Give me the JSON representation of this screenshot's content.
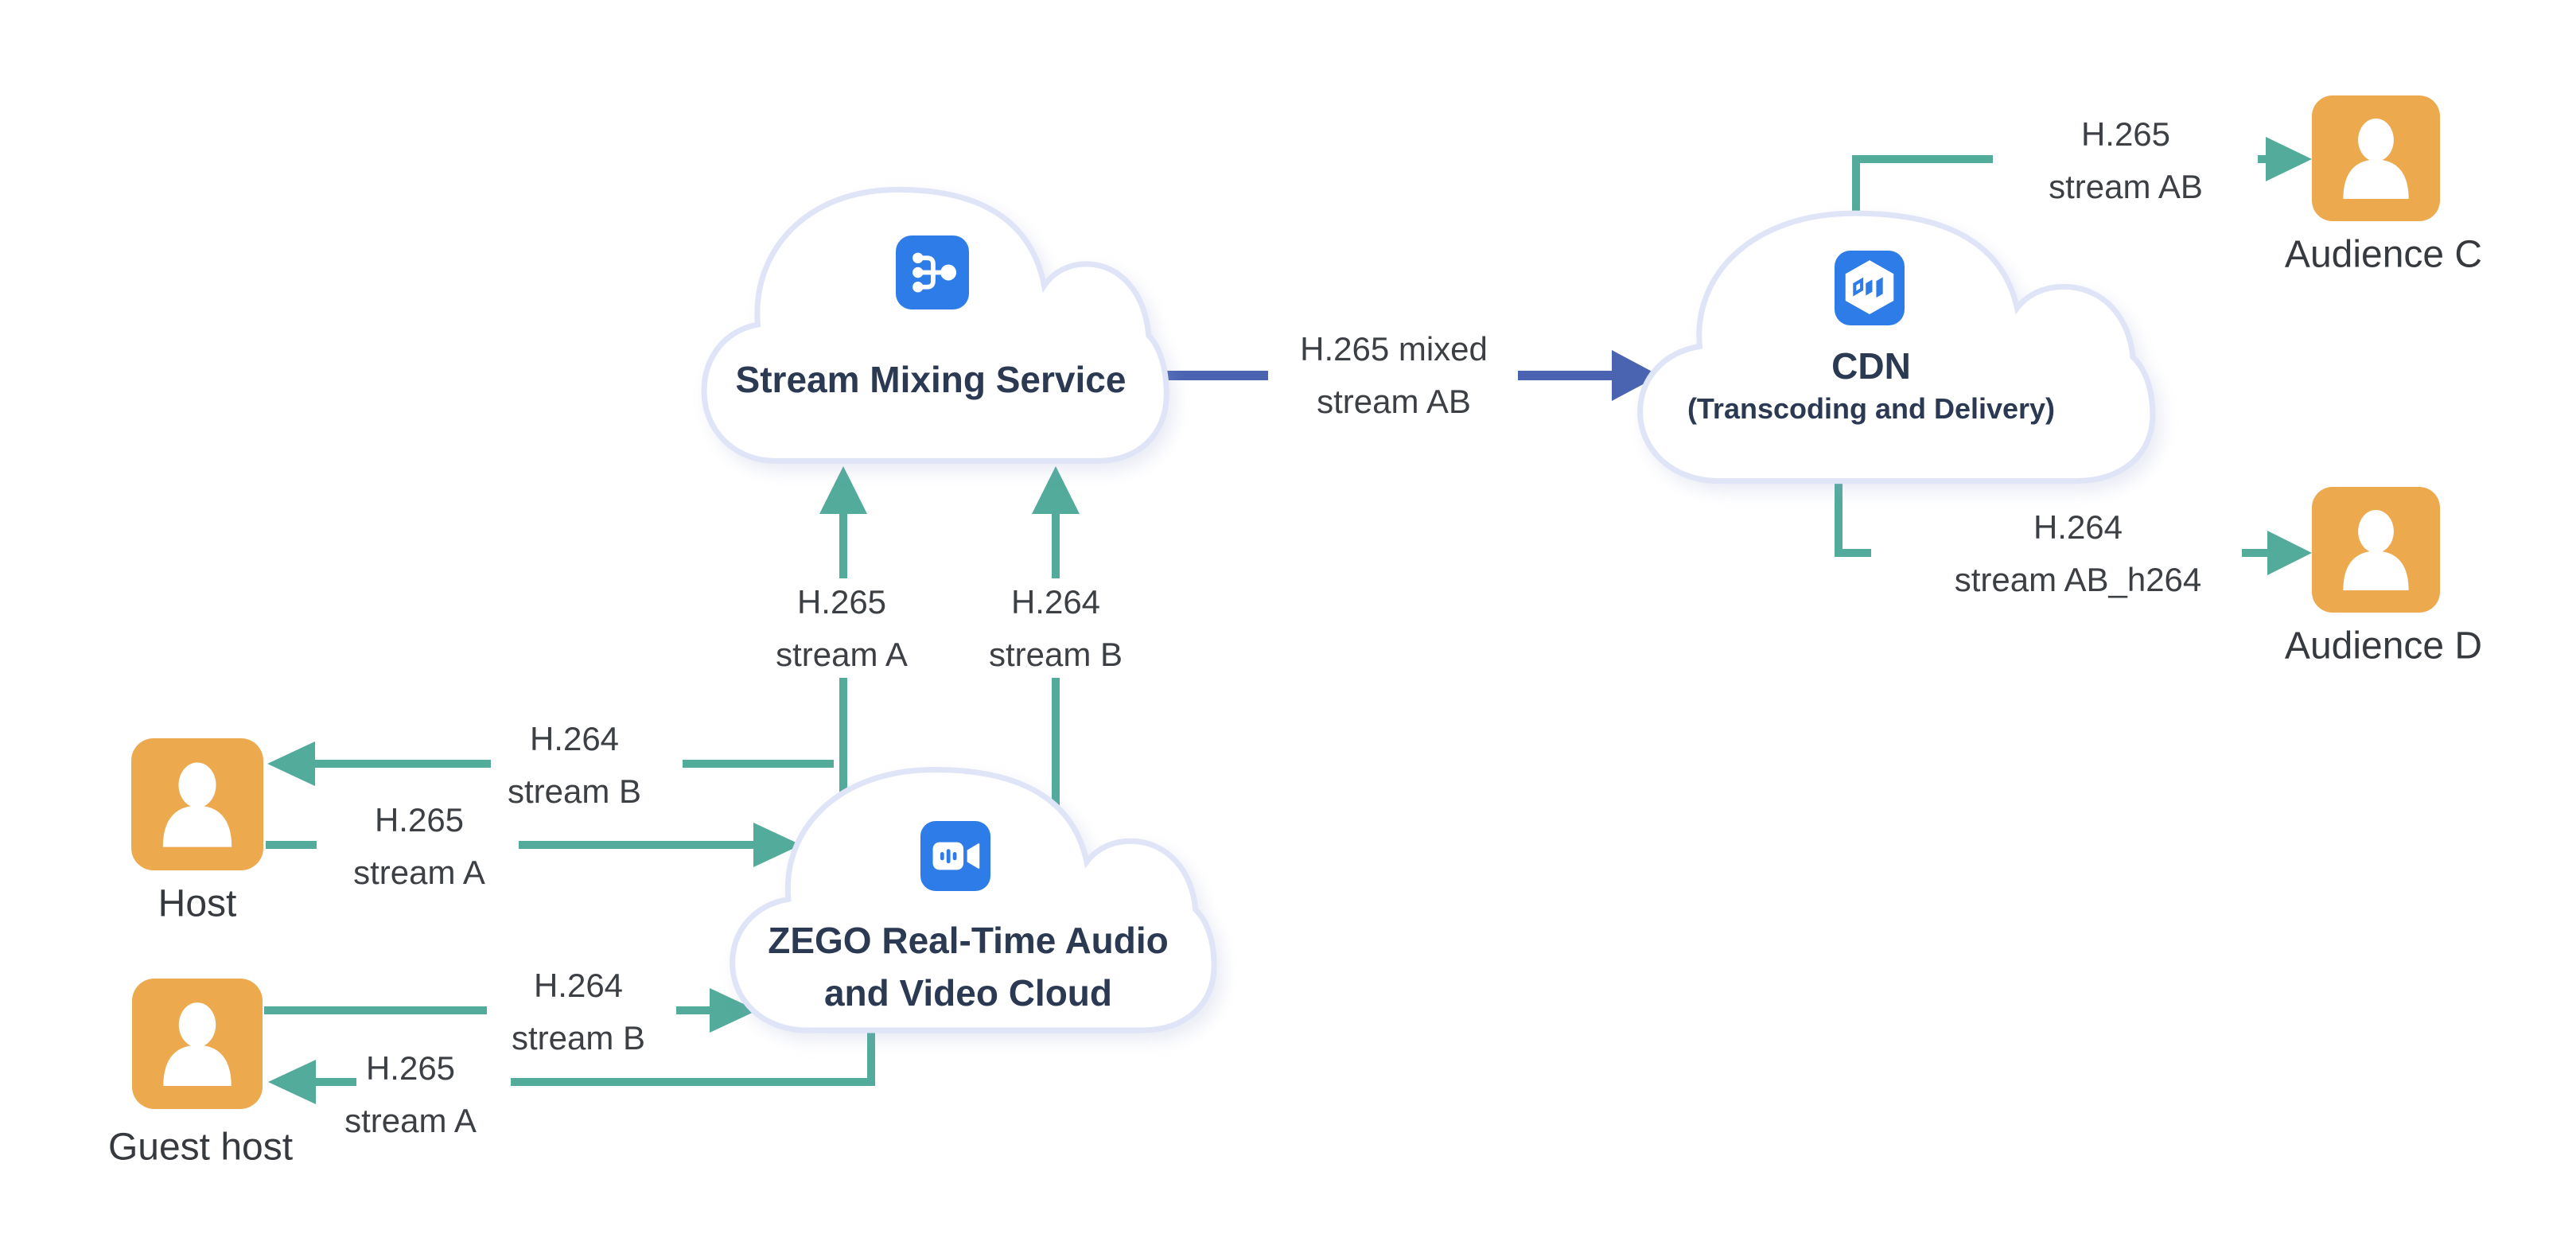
{
  "palette": {
    "teal_arrow": "#52AB9B",
    "blue_arrow": "#4A64B2",
    "service_icon_blue": "#2E7CE8",
    "person_orange": "#ECA94E",
    "cloud_border": "#DFE4F7",
    "cloud_fill": "#FFFFFF",
    "title_navy": "#2B3A52",
    "label_gray": "#3C4044",
    "background": "#FFFFFF"
  },
  "nodes": {
    "host": {
      "label": "Host",
      "icon": "person-icon"
    },
    "guest_host": {
      "label": "Guest host",
      "icon": "person-icon"
    },
    "audience_c": {
      "label": "Audience C",
      "icon": "person-icon"
    },
    "audience_d": {
      "label": "Audience D",
      "icon": "person-icon"
    },
    "stream_mixing": {
      "title": "Stream Mixing Service",
      "icon": "stream-mixing-icon"
    },
    "zego_cloud": {
      "title_line1": "ZEGO Real-Time Audio",
      "title_line2": "and Video Cloud",
      "icon": "video-camera-icon"
    },
    "cdn": {
      "title": "CDN",
      "subtitle": "(Transcoding and Delivery)",
      "icon": "cdn-hexagon-icon"
    }
  },
  "edges": {
    "host_to_zego": {
      "line1": "H.265",
      "line2": "stream A"
    },
    "zego_to_host": {
      "line1": "H.264",
      "line2": "stream B"
    },
    "guest_to_zego": {
      "line1": "H.264",
      "line2": "stream B"
    },
    "zego_to_guest": {
      "line1": "H.265",
      "line2": "stream A"
    },
    "zego_to_mixer_a": {
      "line1": "H.265",
      "line2": "stream A"
    },
    "zego_to_mixer_b": {
      "line1": "H.264",
      "line2": "stream B"
    },
    "mixer_to_cdn": {
      "line1": "H.265 mixed",
      "line2": "stream AB"
    },
    "cdn_to_audience_c": {
      "line1": "H.265",
      "line2": "stream AB"
    },
    "cdn_to_audience_d": {
      "line1": "H.264",
      "line2": "stream AB_h264"
    }
  }
}
